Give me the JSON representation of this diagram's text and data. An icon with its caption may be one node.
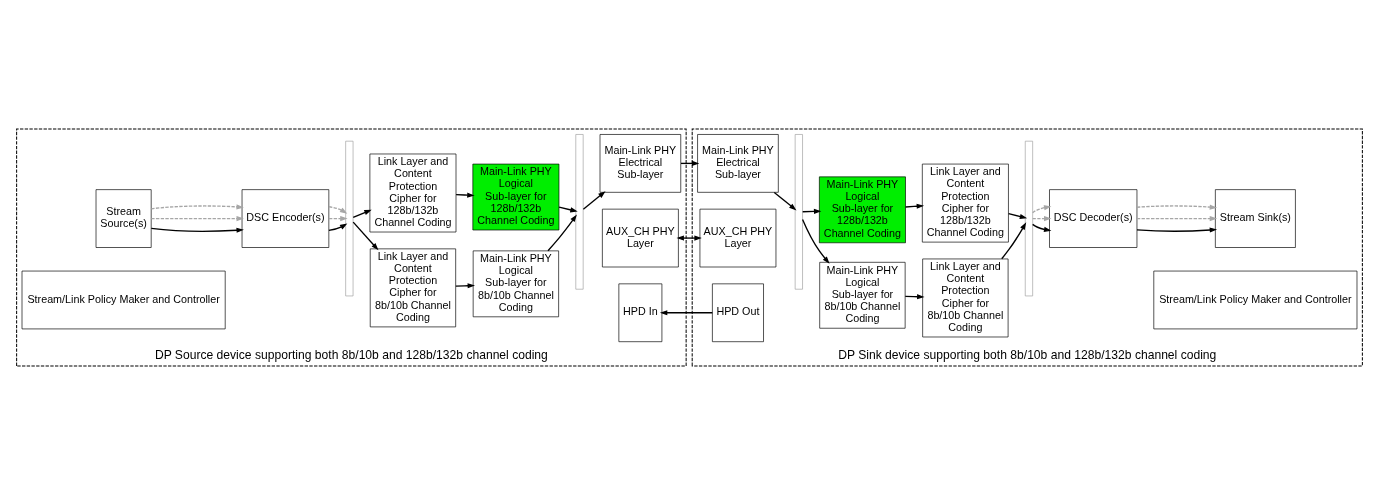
{
  "diagram": {
    "nodes": [
      {
        "text": [
          "DP Source device supporting both 8b/10b and 128b/132b channel coding"
        ]
      },
      {
        "text": [
          "Stream Source(s)"
        ],
        "in": 0
      },
      {
        "text": [
          "DSC Encoder(s)"
        ],
        "in": 0
      },
      {
        "text": [],
        "shape": "bar",
        "in": 0
      },
      {
        "text": [
          "Link Layer and Content Protection Cipher for 8b/10b Channel Coding"
        ],
        "in": 0
      },
      {
        "text": [
          "Main-Link PHY Logical Sub-layer for 8b/10b Channel Coding"
        ],
        "in": 0
      },
      {
        "text": [
          "Link Layer and Content Protection Cipher for 128b/132b Channel Coding"
        ],
        "in": 0
      },
      {
        "text": [
          "Main-Link PHY Logical Sub-layer for 128b/132b Channel Coding"
        ],
        "in": 0
      },
      {
        "text": [],
        "shape": "bar",
        "in": 0
      },
      {
        "text": [
          "Main-Link PHY Electrical Sub-layer"
        ],
        "in": 0
      },
      {
        "text": [
          "AUX_CH PHY Layer"
        ],
        "in": 0
      },
      {
        "text": [
          "HPD In"
        ],
        "in": 0
      },
      {
        "text": [
          "Stream/Link Policy Maker and Controller"
        ],
        "in": 0
      },
      {
        "text": [
          "DP Sink device supporting both 8b/10b and 128b/132b channel coding"
        ]
      },
      {
        "text": [
          "Main-Link PHY Electrical Sub-layer"
        ],
        "in": 13
      },
      {
        "text": [],
        "shape": "bar",
        "in": 13
      },
      {
        "text": [
          "Main-Link PHY Logical Sub-layer for 8b/10b Channel Coding"
        ],
        "in": 13
      },
      {
        "text": [
          "Link Layer and Content Protection Cipher for 8b/10b Channel Coding"
        ],
        "in": 13
      },
      {
        "text": [
          "Main-Link PHY Logical Sub-layer for 128b/132b Channel Coding"
        ],
        "in": 13
      },
      {
        "text": [
          "Link Layer and Content Protection Cipher for 128b/132b Channel Coding"
        ],
        "in": 13
      },
      {
        "text": [],
        "shape": "bar",
        "in": 13
      },
      {
        "text": [
          "DSC Decoder(s)"
        ],
        "in": 13
      },
      {
        "text": [
          "Stream Sink(s)"
        ],
        "in": 13
      },
      {
        "text": [
          "AUX_CH PHY Layer"
        ],
        "in": 13
      },
      {
        "text": [
          "HPD Out"
        ],
        "in": 13
      },
      {
        "text": [
          "Stream/Link Policy Maker and Controller"
        ],
        "in": 13
      }
    ],
    "edges": [
      {
        "from": 1,
        "to": 2,
        "arrow": "to"
      },
      {
        "from": 1,
        "to": 2,
        "arrow": "to",
        "style": "dashed",
        "color": "#a6a6a6"
      },
      {
        "from": 1,
        "to": 2,
        "arrow": "to",
        "style": "dashed",
        "color": "#a6a6a6"
      },
      {
        "from": 2,
        "to": 3,
        "arrow": "to"
      },
      {
        "from": 2,
        "to": 3,
        "arrow": "to",
        "style": "dashed",
        "color": "#a6a6a6"
      },
      {
        "from": 2,
        "to": 3,
        "arrow": "to",
        "style": "dashed",
        "color": "#a6a6a6"
      },
      {
        "from": 3,
        "to": 4,
        "arrow": "to"
      },
      {
        "from": 3,
        "to": 6,
        "arrow": "to"
      },
      {
        "from": 4,
        "to": 5,
        "arrow": "to"
      },
      {
        "from": 6,
        "to": 7,
        "arrow": "to"
      },
      {
        "from": 5,
        "to": 8,
        "arrow": "to"
      },
      {
        "from": 7,
        "to": 8,
        "arrow": "to"
      },
      {
        "from": 8,
        "to": 9,
        "arrow": "to"
      },
      {
        "from": 9,
        "to": 14,
        "arrow": "to"
      },
      {
        "from": 14,
        "to": 15,
        "arrow": "to"
      },
      {
        "from": 15,
        "to": 16,
        "arrow": "to"
      },
      {
        "from": 15,
        "to": 18,
        "arrow": "to"
      },
      {
        "from": 16,
        "to": 17,
        "arrow": "to"
      },
      {
        "from": 18,
        "to": 19,
        "arrow": "to"
      },
      {
        "from": 17,
        "to": 20,
        "arrow": "to"
      },
      {
        "from": 19,
        "to": 20,
        "arrow": "to"
      },
      {
        "from": 20,
        "to": 21,
        "arrow": "to"
      },
      {
        "from": 20,
        "to": 21,
        "arrow": "to",
        "style": "dashed",
        "color": "#a6a6a6"
      },
      {
        "from": 20,
        "to": 21,
        "arrow": "to",
        "style": "dashed",
        "color": "#a6a6a6"
      },
      {
        "from": 21,
        "to": 22,
        "arrow": "to"
      },
      {
        "from": 21,
        "to": 22,
        "arrow": "to",
        "style": "dashed",
        "color": "#a6a6a6"
      },
      {
        "from": 21,
        "to": 22,
        "arrow": "to",
        "style": "dashed",
        "color": "#a6a6a6"
      },
      {
        "from": 10,
        "to": 23,
        "arrow": "both"
      },
      {
        "from": 24,
        "to": 11,
        "arrow": "to"
      }
    ]
  }
}
